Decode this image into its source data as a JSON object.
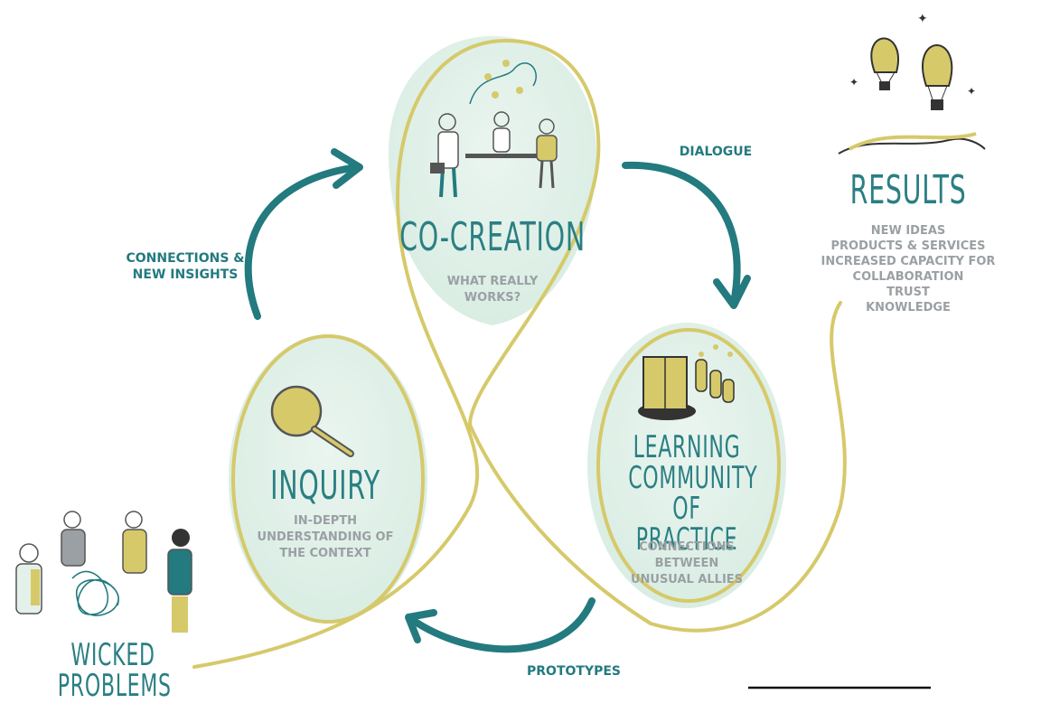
{
  "flows": {
    "dialogue": "DIALOGUE",
    "connections_line1": "CONNECTIONS &",
    "connections_line2": "NEW INSIGHTS",
    "prototypes": "PROTOTYPES"
  },
  "cocreation": {
    "title": "CO-CREATION",
    "sub_line1": "WHAT REALLY",
    "sub_line2": "WORKS?"
  },
  "inquiry": {
    "title": "INQUIRY",
    "sub_line1": "IN-DEPTH",
    "sub_line2": "UNDERSTANDING OF",
    "sub_line3": "THE CONTEXT"
  },
  "learning": {
    "title_line1": "LEARNING",
    "title_line2": "COMMUNITY",
    "title_line3": "OF PRACTICE",
    "sub_line1": "CONNECTIONS",
    "sub_line2": "BETWEEN",
    "sub_line3": "UNUSUAL ALLIES"
  },
  "results": {
    "title": "RESULTS",
    "items": [
      "NEW IDEAS",
      "PRODUCTS & SERVICES",
      "INCREASED CAPACITY FOR COLLABORATION",
      "TRUST",
      "KNOWLEDGE"
    ]
  },
  "wicked": {
    "line1": "WICKED",
    "line2": "PROBLEMS"
  },
  "colors": {
    "teal": "#237a7f",
    "yellow": "#d6c96a",
    "mint": "#e4f1ea",
    "gray": "#9aa0a3"
  }
}
